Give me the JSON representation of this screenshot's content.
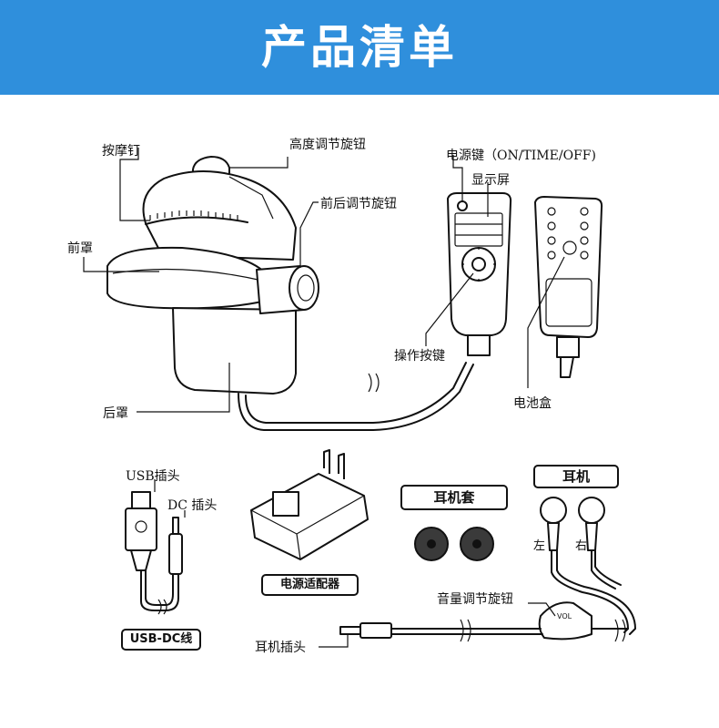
{
  "title": "产品清单",
  "colors": {
    "banner": "#2f8fdc",
    "line": "#111111"
  },
  "labels": {
    "massage_nail": "按摩钉",
    "height_knob": "高度调节旋钮",
    "front_back_knob": "前后调节旋钮",
    "front_cover": "前罩",
    "rear_cover": "后罩",
    "power_key": "电源键（ON/TIME/OFF)",
    "display": "显示屏",
    "operation_keys": "操作按键",
    "battery_box": "电池盒",
    "usb_plug": "USB插头",
    "dc_plug": "DC 插头",
    "volume_knob": "音量调节旋钮",
    "earphone_plug": "耳机插头",
    "left": "左",
    "right": "右",
    "vol": "VOL"
  },
  "boxes": {
    "earphone_cover": "耳机套",
    "earphone": "耳机",
    "power_adapter": "电源适配器",
    "usb_dc_cable": "USB-DC线"
  }
}
